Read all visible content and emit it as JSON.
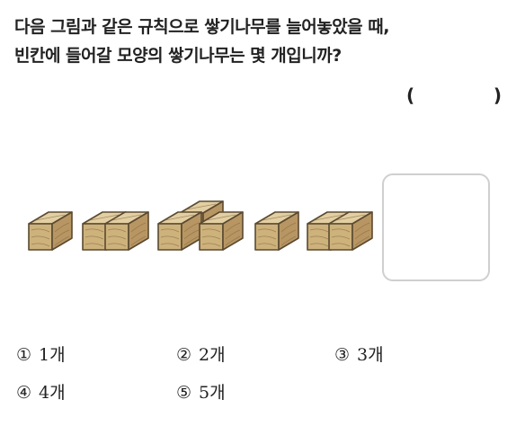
{
  "question": {
    "line1": "다음 그림과 같은 규칙으로 쌓기나무를 늘어놓았을 때,",
    "line2": "빈칸에 들어갈 모양의 쌓기나무는 몇 개입니까?"
  },
  "answer": {
    "open": "(",
    "close": ")"
  },
  "pattern": {
    "shapes": [
      {
        "cubes": 1
      },
      {
        "cubes": 2
      },
      {
        "cubes": 3
      },
      {
        "cubes": 1
      },
      {
        "cubes": 2
      }
    ],
    "blank": true
  },
  "choices": [
    {
      "num": "①",
      "label": "1개"
    },
    {
      "num": "②",
      "label": "2개"
    },
    {
      "num": "③",
      "label": "3개"
    },
    {
      "num": "④",
      "label": "4개"
    },
    {
      "num": "⑤",
      "label": "5개"
    }
  ],
  "colors": {
    "wood_top": "#e2cfa3",
    "wood_front": "#cdb27c",
    "wood_side": "#b89663",
    "edge": "#5a4a30",
    "grain": "#8a6e42"
  }
}
